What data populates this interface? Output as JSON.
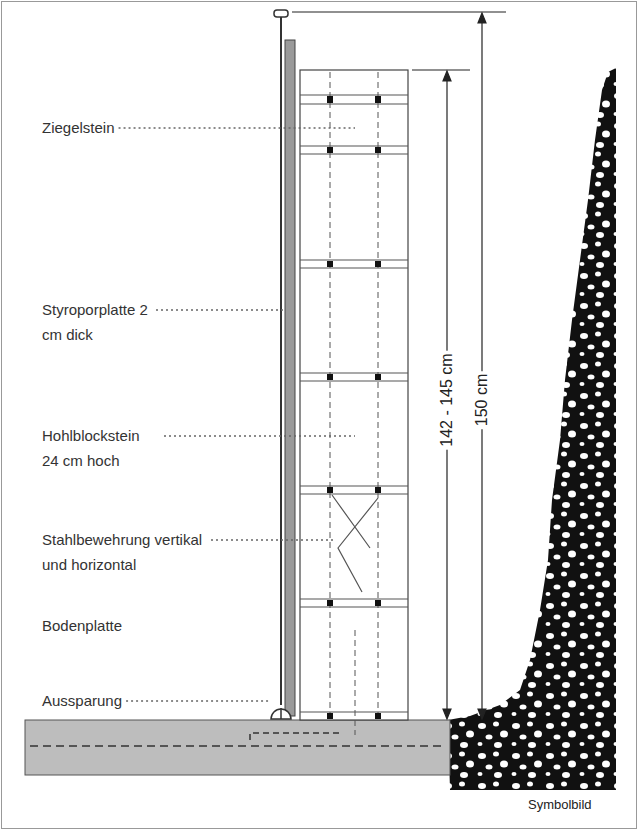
{
  "diagram": {
    "labels": [
      "Ziegelstein",
      "Styroporplatte 2 cm dick",
      "Hohlblockstein 24 cm hoch",
      "Stahlbewehrung vertikal und horizontal",
      "Bodenplatte",
      "Aussparung",
      "142 - 145 cm",
      "150 cm",
      "Symbolbild"
    ]
  }
}
